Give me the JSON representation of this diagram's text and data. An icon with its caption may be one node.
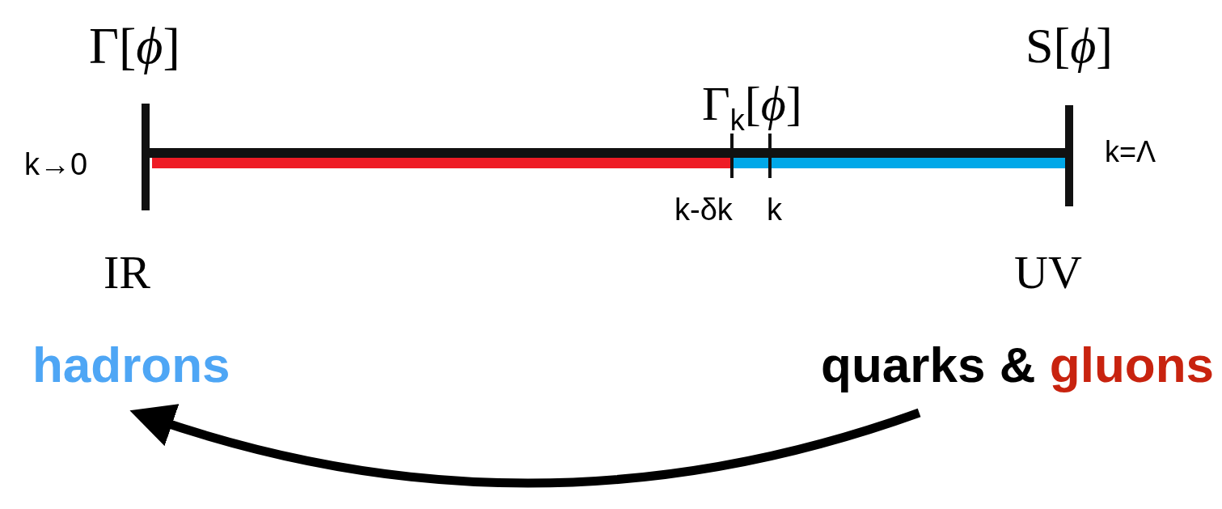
{
  "diagram": {
    "nodes": [
      {
        "text": [
          "hadrons"
        ]
      },
      {
        "text": [
          "quarks &",
          "gluons"
        ]
      }
    ],
    "edges": [
      {
        "from": 1,
        "to": 0,
        "arrow": "to"
      }
    ],
    "labels": [
      "Γ[*ϕ*]",
      "Γ$_{k}$[*ϕ*]",
      "S[*ϕ*]",
      "k→0",
      "k=Λ",
      "k-δk",
      "k",
      "IR",
      "UV"
    ]
  }
}
